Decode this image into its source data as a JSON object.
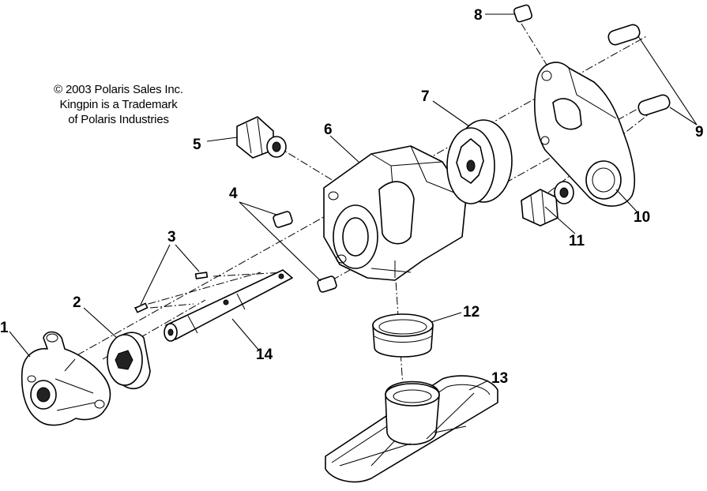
{
  "diagram": {
    "copyright_lines": [
      "© 2003 Polaris Sales Inc.",
      "Kingpin is a Trademark",
      "of Polaris Industries"
    ],
    "callouts": {
      "c1": "1",
      "c2": "2",
      "c3": "3",
      "c4": "4",
      "c5": "5",
      "c6": "6",
      "c7": "7",
      "c8": "8",
      "c9": "9",
      "c10": "10",
      "c11": "11",
      "c12": "12",
      "c13": "13",
      "c14": "14"
    }
  }
}
